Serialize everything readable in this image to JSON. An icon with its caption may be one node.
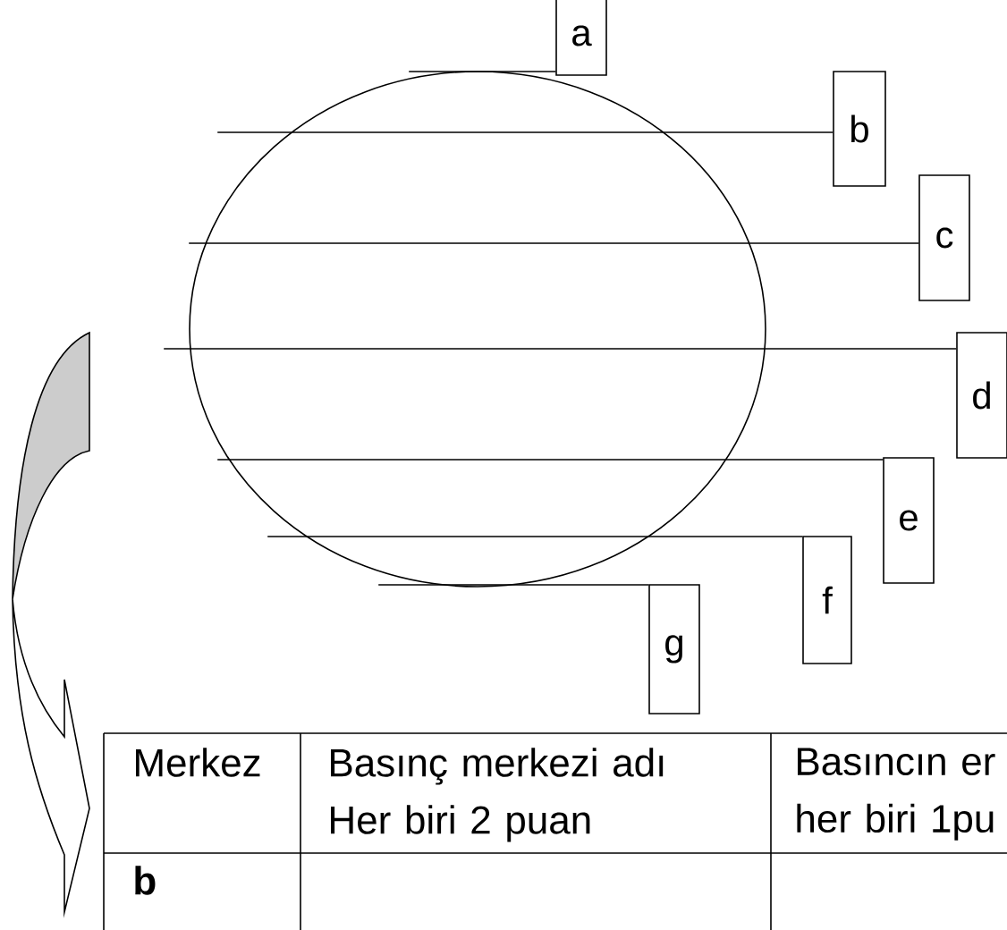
{
  "diagram": {
    "nodes": [
      {
        "text": [],
        "shape": "circle"
      },
      {
        "text": [
          "a"
        ]
      },
      {
        "text": [
          "b"
        ]
      },
      {
        "text": [
          "c"
        ]
      },
      {
        "text": [
          "d"
        ]
      },
      {
        "text": [
          "e"
        ]
      },
      {
        "text": [
          "f"
        ]
      },
      {
        "text": [
          "g"
        ]
      }
    ],
    "edges": [
      {
        "from": 1,
        "to": 0,
        "arrow": "none"
      },
      {
        "from": 2,
        "to": 0,
        "arrow": "none"
      },
      {
        "from": 3,
        "to": 0,
        "arrow": "none"
      },
      {
        "from": 4,
        "to": 0,
        "arrow": "none"
      },
      {
        "from": 5,
        "to": 0,
        "arrow": "none"
      },
      {
        "from": 6,
        "to": 0,
        "arrow": "none"
      },
      {
        "from": 7,
        "to": 0,
        "arrow": "none"
      }
    ],
    "labels": [
      "Merkez",
      "Basınç merkezi adı Her biri 2 puan",
      "Basıncın er her biri 1pu",
      "b"
    ]
  }
}
